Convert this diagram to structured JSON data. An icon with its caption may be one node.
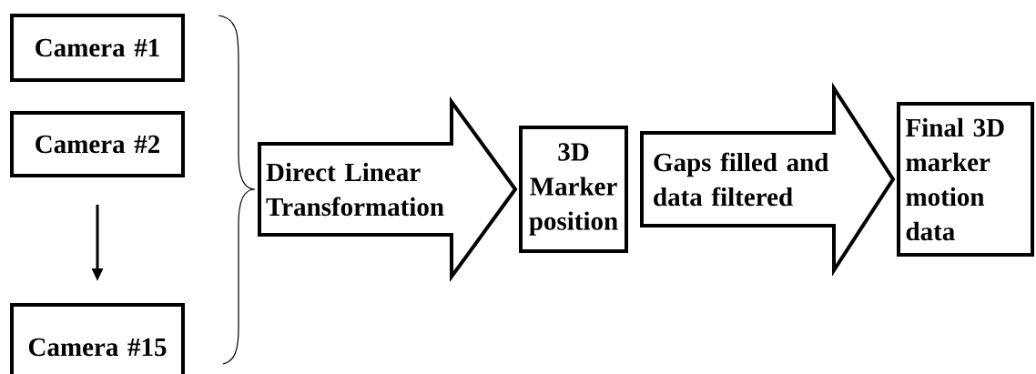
{
  "diagram": {
    "nodes": [
      {
        "text": [
          "Camera #1"
        ]
      },
      {
        "text": [
          "Camera #2"
        ]
      },
      {
        "text": [
          "Camera #15"
        ]
      },
      {
        "text": [
          "3D Marker position"
        ]
      },
      {
        "text": [
          "Final 3D marker motion data"
        ]
      }
    ],
    "edges": [
      {
        "from": 1,
        "to": 2,
        "arrow": "to"
      },
      {
        "from": null,
        "to": 3,
        "arrow": "to",
        "label": "Direct Linear Transformation",
        "style": "thick"
      },
      {
        "from": 3,
        "to": 4,
        "arrow": "to",
        "label": "Gaps filled and data filtered",
        "style": "thick"
      }
    ]
  }
}
